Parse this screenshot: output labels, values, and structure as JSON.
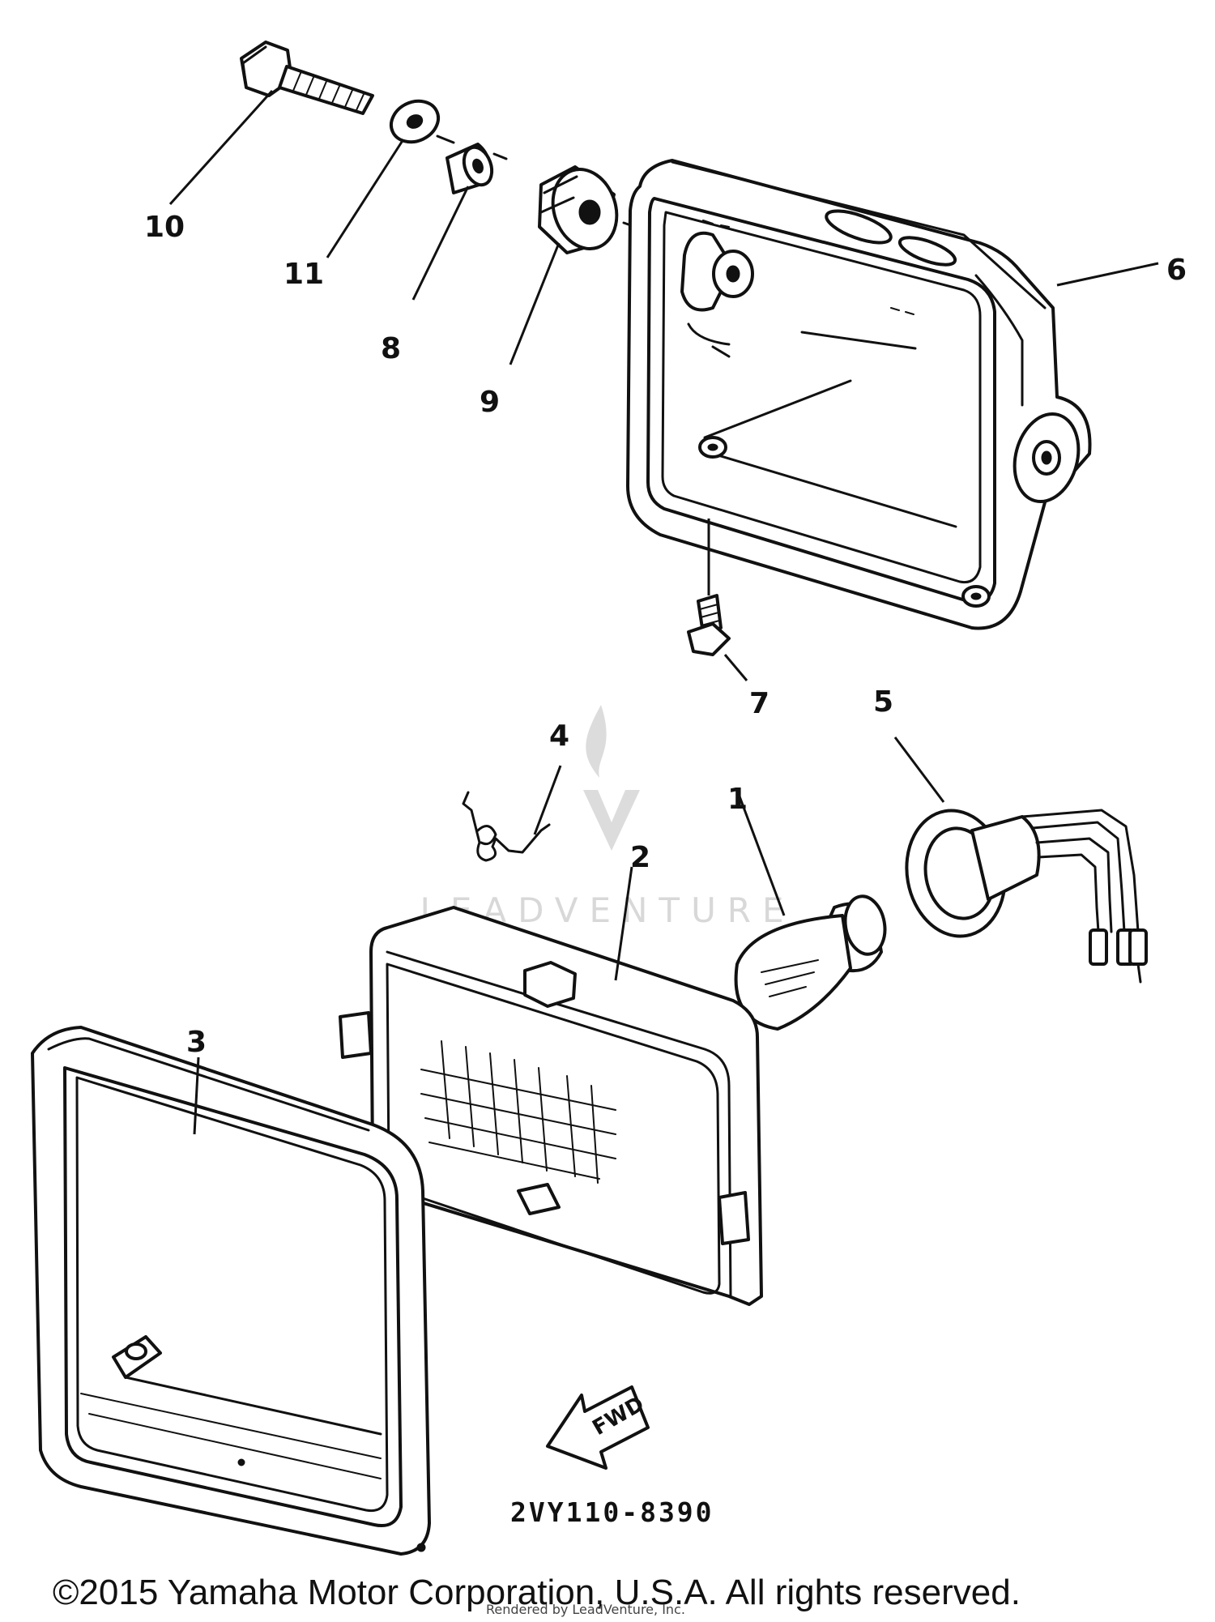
{
  "diagram": {
    "callouts": [
      {
        "id": "10",
        "label": "10"
      },
      {
        "id": "11",
        "label": "11"
      },
      {
        "id": "8",
        "label": "8"
      },
      {
        "id": "9",
        "label": "9"
      },
      {
        "id": "6",
        "label": "6"
      },
      {
        "id": "7",
        "label": "7"
      },
      {
        "id": "4",
        "label": "4"
      },
      {
        "id": "5",
        "label": "5"
      },
      {
        "id": "1",
        "label": "1"
      },
      {
        "id": "2",
        "label": "2"
      },
      {
        "id": "3",
        "label": "3"
      }
    ],
    "fwd_arrow_label": "FWD",
    "reference_code": "2VY110-8390"
  },
  "watermark": {
    "text": "LEADVENTURE"
  },
  "footer": {
    "copyright": "©2015 Yamaha Motor Corporation, U.S.A. All rights reserved.",
    "rendered_by": "Rendered by LeadVenture, Inc."
  },
  "colors": {
    "line": "#111111",
    "background": "#ffffff",
    "watermark": "#d8d8d8"
  }
}
